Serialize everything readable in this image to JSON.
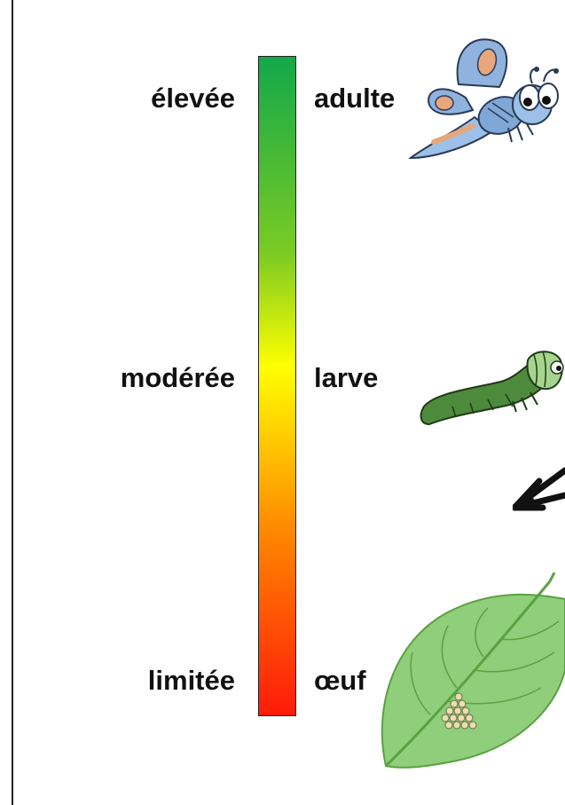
{
  "scale": {
    "colors": {
      "top": "#12a84a",
      "upper": "#7ccb22",
      "middle": "#ffff00",
      "lower": "#ff8800",
      "bottom": "#ff1a0a"
    },
    "levels": [
      {
        "label": "élevée"
      },
      {
        "label": "modérée"
      },
      {
        "label": "limitée"
      }
    ]
  },
  "stages": [
    {
      "label": "adulte",
      "icon": "butterfly-icon"
    },
    {
      "label": "larve",
      "icon": "caterpillar-icon"
    },
    {
      "label": "œuf",
      "icon": "leaf-with-eggs-icon"
    }
  ],
  "arrow": {
    "icon": "arrow-icon"
  }
}
